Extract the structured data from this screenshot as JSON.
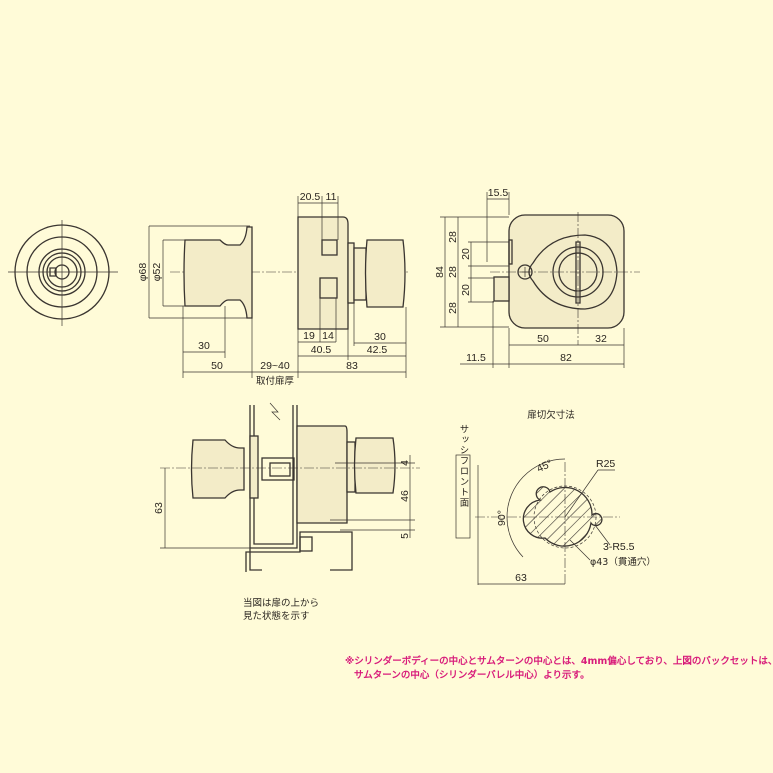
{
  "colors": {
    "background": "#fffbd8",
    "line": "#3a3530",
    "note": "#d81b7a"
  },
  "side_view": {
    "dia_outer": "φ68",
    "dia_inner": "φ52",
    "knob_len": "30",
    "knob_total": "50",
    "door_thickness": "29~40",
    "door_thickness_label": "取付扉厚",
    "total": "83",
    "top_a": "20.5",
    "top_b": "11",
    "bot_a": "19",
    "bot_b": "14",
    "body": "40.5",
    "thumb": "42.5",
    "thumb_knob": "30"
  },
  "back_view": {
    "top": "15.5",
    "height": "84",
    "seg1": "28",
    "seg2": "28",
    "seg3": "28",
    "slot1": "20",
    "slot2": "20",
    "backset": "50",
    "right": "32",
    "width": "82",
    "offset": "11.5"
  },
  "plan_view": {
    "dim_63": "63",
    "dim_4": "4",
    "dim_46": "46",
    "dim_5": "5",
    "caption_line1": "当図は扉の上から",
    "caption_line2": "見た状態を示す"
  },
  "cutout": {
    "title": "扉切欠寸法",
    "sash_label": "サッシフロント面",
    "angle45": "45°",
    "angle90": "90°",
    "radius": "R25",
    "notch": "3-R5.5",
    "hole": "φ43（貫通穴）",
    "dim": "63"
  },
  "note": {
    "line1": "※シリンダーボディーの中心とサムターンの中心とは、4mm偏心しており、上図のバックセットは、",
    "line2": "サムターンの中心（シリンダーバレル中心）より示す。"
  }
}
